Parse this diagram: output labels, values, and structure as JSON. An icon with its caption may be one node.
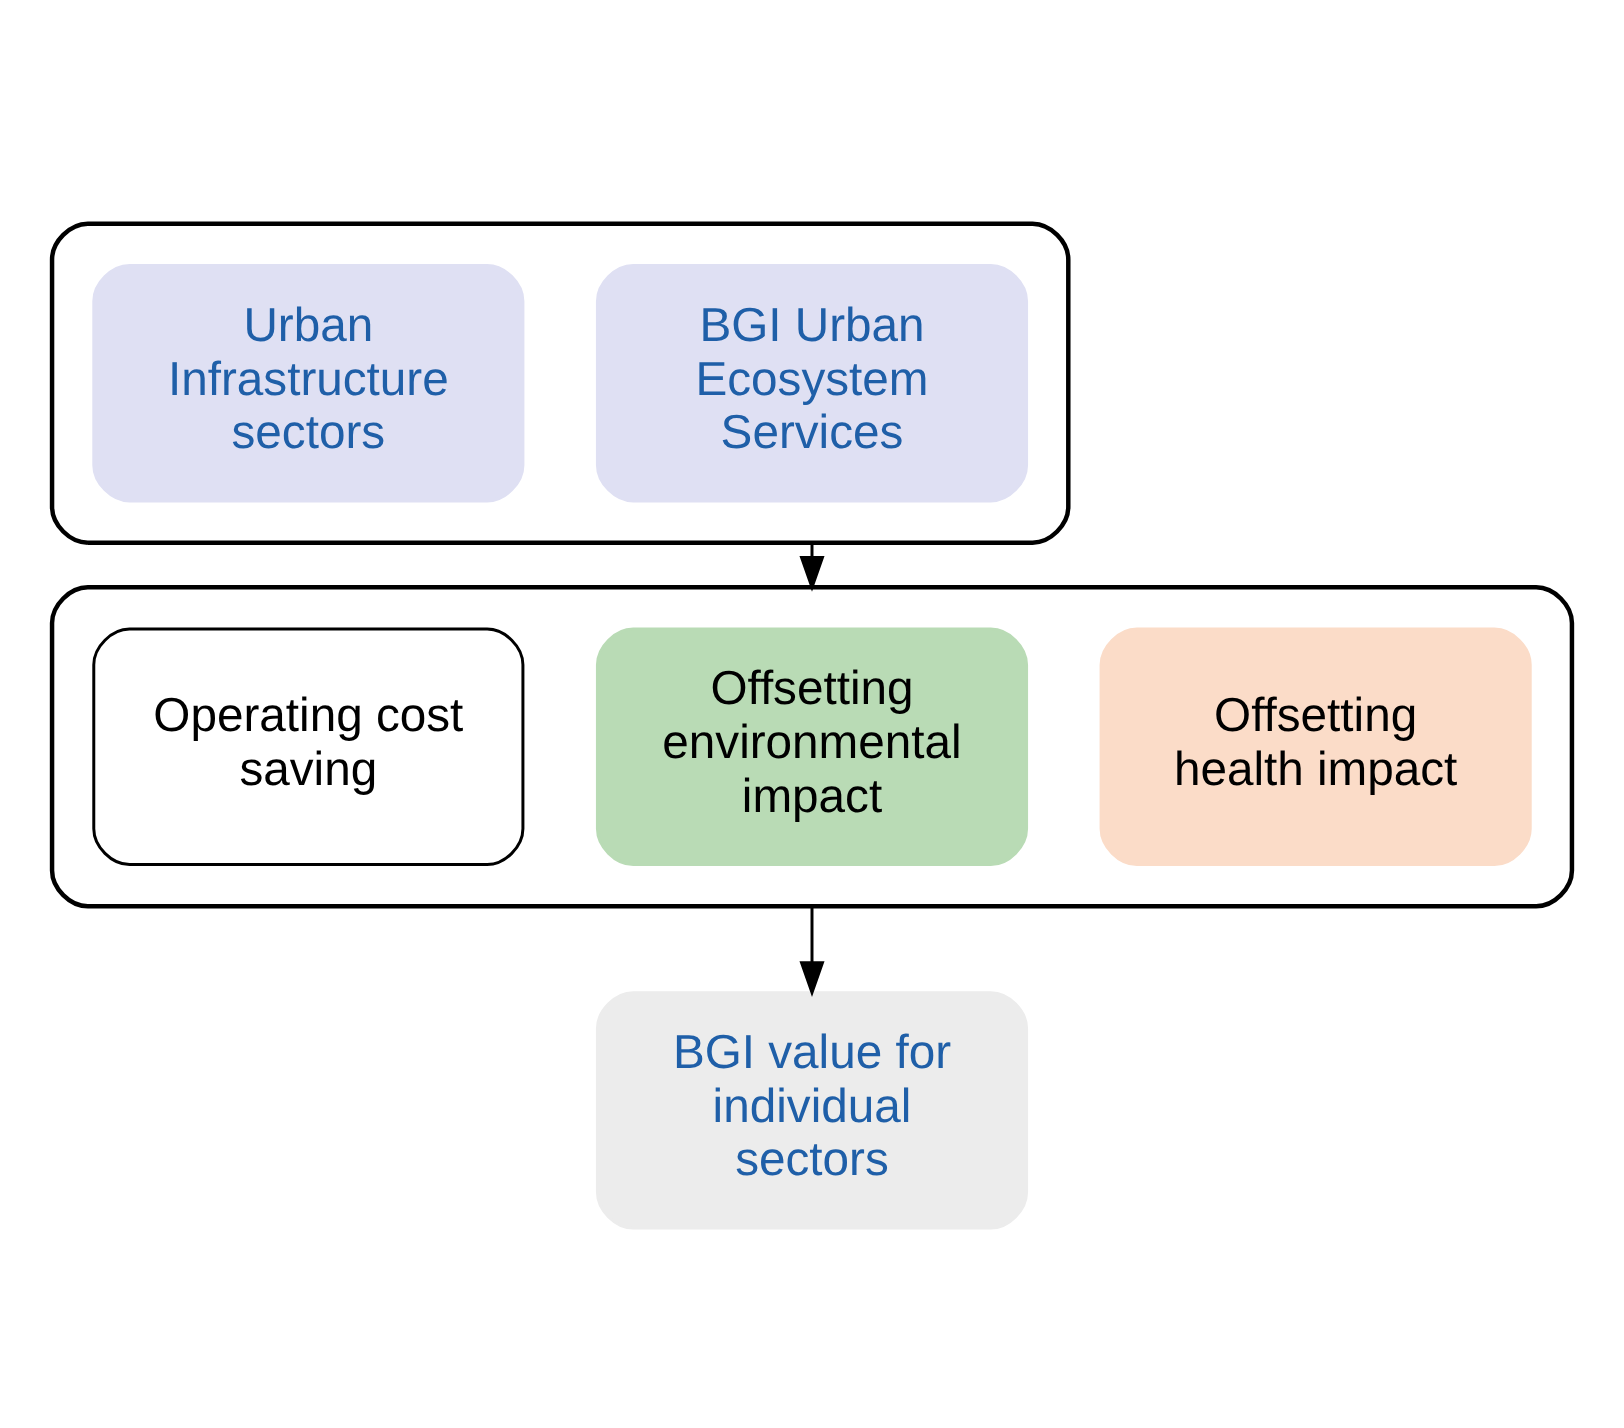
{
  "diagram": {
    "nodes": [
      {
        "text": [],
        "shape": "box"
      },
      {
        "text": [
          "Urban Infrastructure sectors"
        ],
        "in": 0
      },
      {
        "text": [
          "BGI Urban Ecosystem Services"
        ],
        "in": 0
      },
      {
        "text": [],
        "shape": "box"
      },
      {
        "text": [
          "Operating cost saving"
        ],
        "in": 3
      },
      {
        "text": [
          "Offsetting environmental impact"
        ],
        "in": 3
      },
      {
        "text": [
          "Offsetting health impact"
        ],
        "in": 3
      },
      {
        "text": [
          "BGI value for individual sectors"
        ]
      }
    ],
    "edges": [
      {
        "from": 0,
        "to": 3,
        "arrow": "to"
      },
      {
        "from": 3,
        "to": 7,
        "arrow": "to"
      }
    ]
  }
}
